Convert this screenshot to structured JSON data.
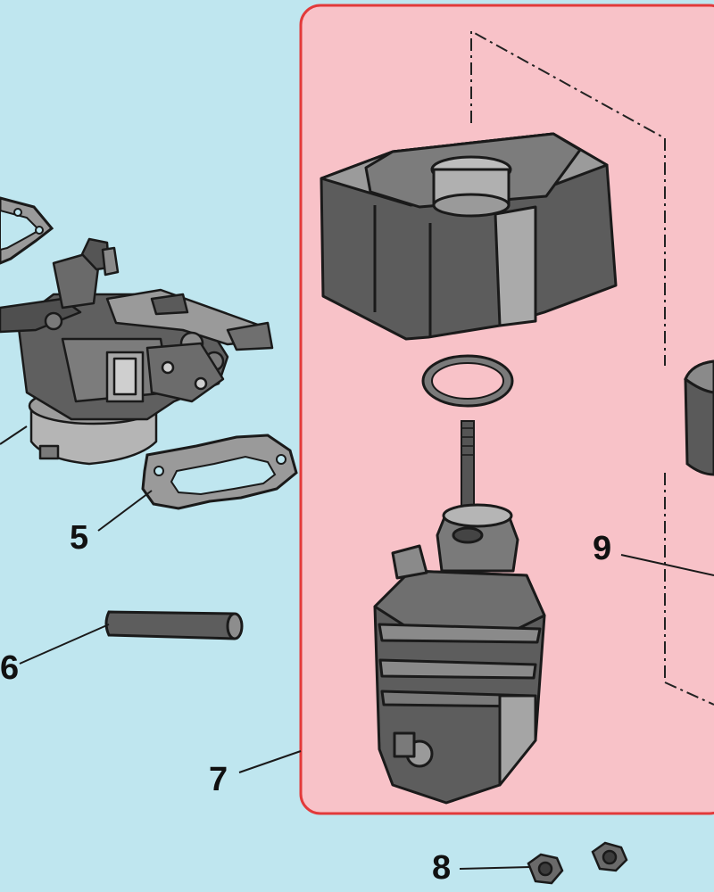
{
  "colors": {
    "background": "#bfe6ef",
    "highlight_fill": "#f8c2c8",
    "highlight_border": "#e23a3a",
    "part_dark": "#5c5c5c",
    "part_mid": "#8a8a8a",
    "part_light": "#bdbdbd",
    "outline": "#1a1a1a"
  },
  "callouts": {
    "gasket": "5",
    "tube": "6",
    "highlight_group": "7",
    "nut": "8",
    "filter_element": "9"
  }
}
